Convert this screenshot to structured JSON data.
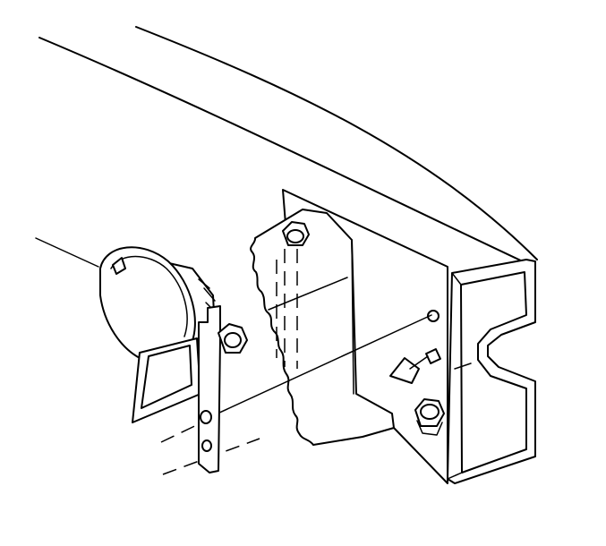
{
  "illustration": {
    "subject": "horn-mounting-diagram",
    "line_color": "#000000",
    "background": "#ffffff",
    "parts": [
      "frame-rail",
      "mounting-bracket",
      "horn",
      "horn-bracket",
      "bolt",
      "nut",
      "rivet-nut"
    ]
  }
}
